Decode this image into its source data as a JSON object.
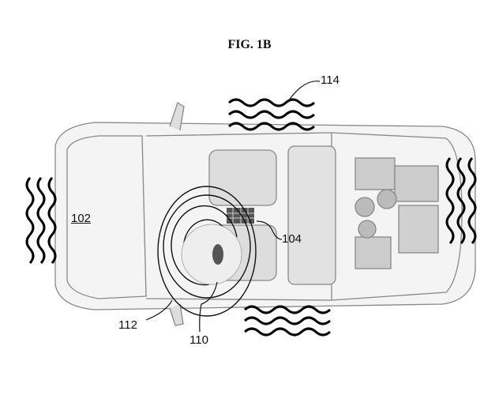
{
  "figure": {
    "title": "FIG. 1B"
  },
  "labels": {
    "vehicle": "102",
    "display": "104",
    "speaker": "110",
    "sound_field": "112",
    "noise": "114"
  }
}
